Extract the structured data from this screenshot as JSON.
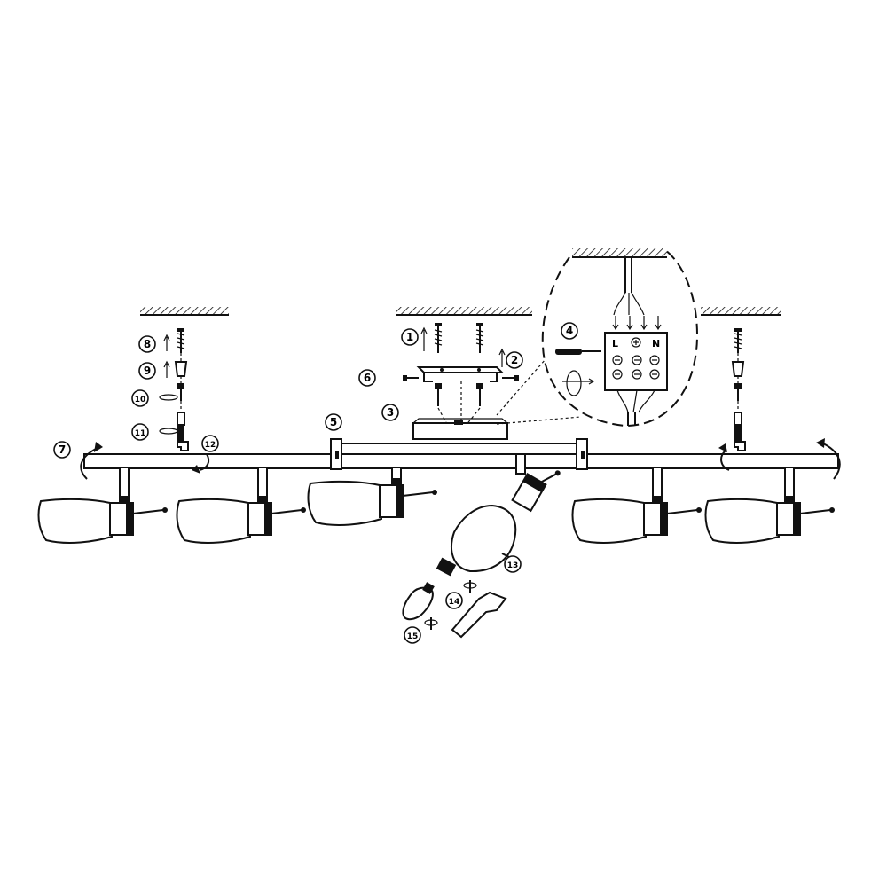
{
  "steps": [
    {
      "n": "1"
    },
    {
      "n": "2"
    },
    {
      "n": "3"
    },
    {
      "n": "4"
    },
    {
      "n": "5"
    },
    {
      "n": "6"
    },
    {
      "n": "7"
    },
    {
      "n": "8"
    },
    {
      "n": "9"
    },
    {
      "n": "10"
    },
    {
      "n": "11"
    },
    {
      "n": "12"
    },
    {
      "n": "13"
    },
    {
      "n": "14"
    },
    {
      "n": "15"
    }
  ],
  "terminal": {
    "live": "L",
    "neutral": "N"
  }
}
